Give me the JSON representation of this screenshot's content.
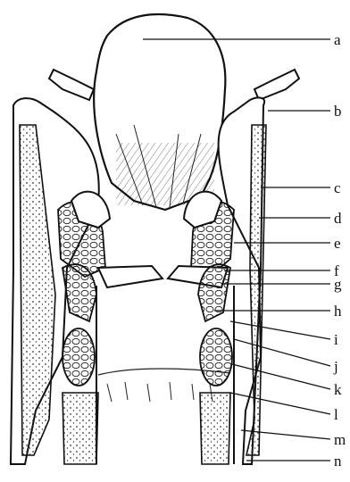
{
  "figure": {
    "labels": [
      "a",
      "b",
      "c",
      "d",
      "e",
      "f",
      "g",
      "h",
      "i",
      "j",
      "k",
      "l",
      "m",
      "n"
    ]
  },
  "colors": {
    "ink": "#111111",
    "stipple": "#333333",
    "paper": "#ffffff"
  }
}
